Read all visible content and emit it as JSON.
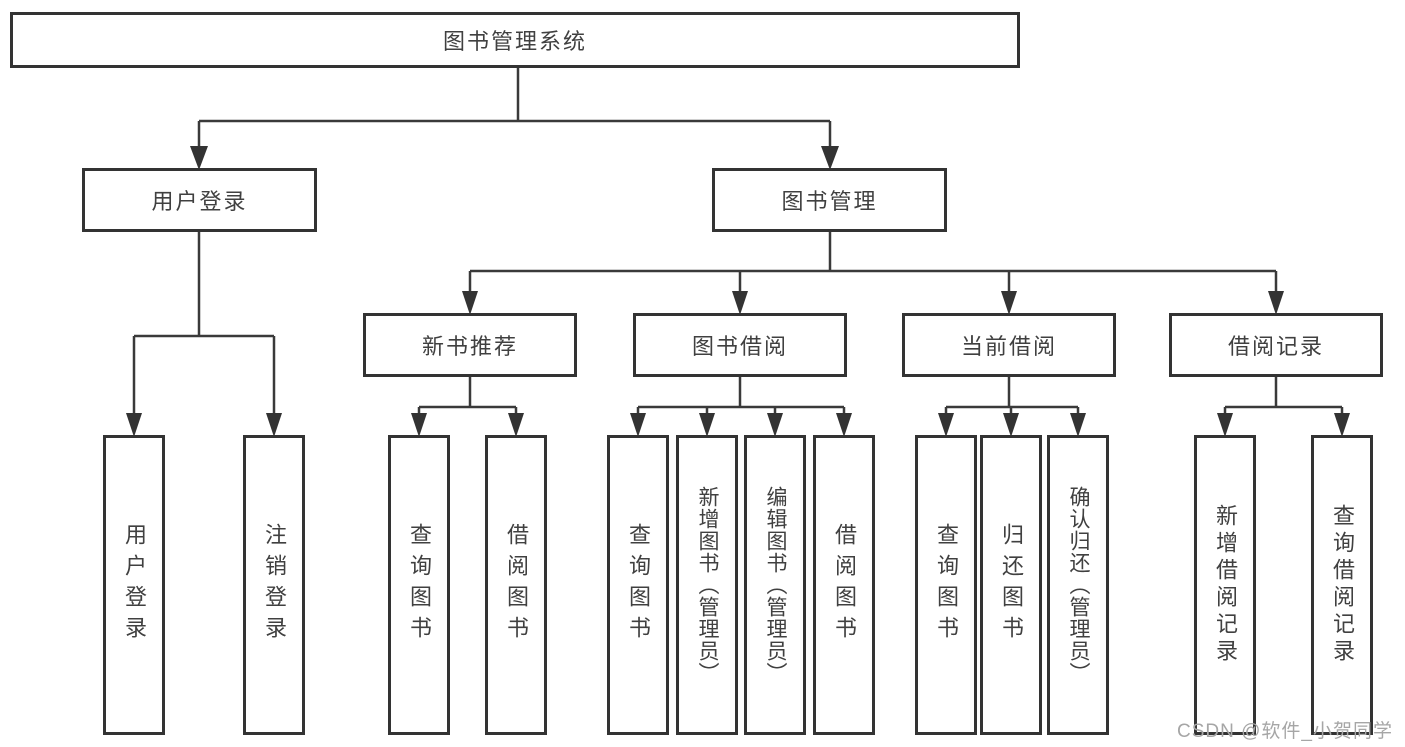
{
  "tree": {
    "root": "图书管理系统",
    "branches": [
      {
        "label": "用户登录",
        "children": [
          "用户登录",
          "注销登录"
        ]
      },
      {
        "label": "图书管理",
        "groups": [
          {
            "label": "新书推荐",
            "children": [
              "查询图书",
              "借阅图书"
            ]
          },
          {
            "label": "图书借阅",
            "children": [
              "查询图书",
              "新增图书（管理员）",
              "编辑图书（管理员）",
              "借阅图书"
            ]
          },
          {
            "label": "当前借阅",
            "children": [
              "查询图书",
              "归还图书",
              "确认归还（管理员）"
            ]
          },
          {
            "label": "借阅记录",
            "children": [
              "新增借阅记录",
              "查询借阅记录"
            ]
          }
        ]
      }
    ]
  },
  "watermark": {
    "text": "CSDN @软件_小贺同学"
  },
  "colors": {
    "line": "#3a3a3a",
    "border": "#333333",
    "text": "#404040",
    "watermark": "#a6a6a6"
  }
}
